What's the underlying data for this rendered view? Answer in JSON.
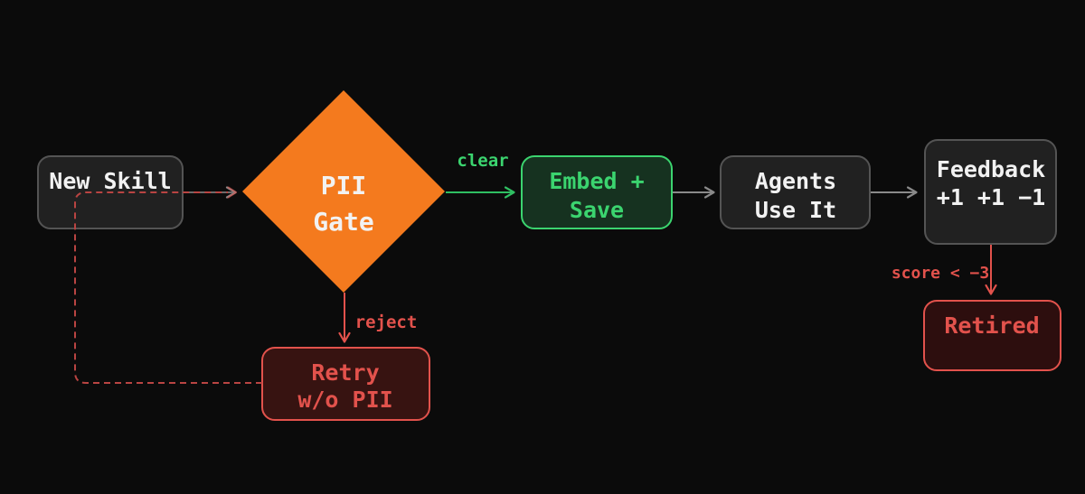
{
  "title": "Skill lifecycle flowchart",
  "colors": {
    "bg": "#0b0b0b",
    "node-gray-fill": "#212121",
    "node-gray-border": "#545454",
    "text-light": "#f2f2f2",
    "orange": "#f47a1e",
    "green": "#3bd46f",
    "green-line": "#2fbf62",
    "green-fill": "#163220",
    "red": "#e2524c",
    "red-dash": "#b94442",
    "red-fill-retry": "#371311",
    "red-fill-retired": "#2d0e0e",
    "arrow-gray": "#8a8a8a",
    "arrow-gray-dim": "#6b6b6b"
  },
  "nodes": {
    "new_skill": {
      "label": "New Skill"
    },
    "pii_gate": {
      "line1": "PII",
      "line2": "Gate"
    },
    "embed_save": {
      "line1": "Embed +",
      "line2": "Save"
    },
    "agents_use": {
      "line1": "Agents",
      "line2": "Use It"
    },
    "feedback": {
      "line1": "Feedback",
      "line2": "+1 +1 −1"
    },
    "retired": {
      "label": "Retired"
    },
    "retry": {
      "line1": "Retry",
      "line2": "w/o PII"
    }
  },
  "edge_labels": {
    "clear": "clear",
    "reject": "reject",
    "score": "score < −3"
  }
}
